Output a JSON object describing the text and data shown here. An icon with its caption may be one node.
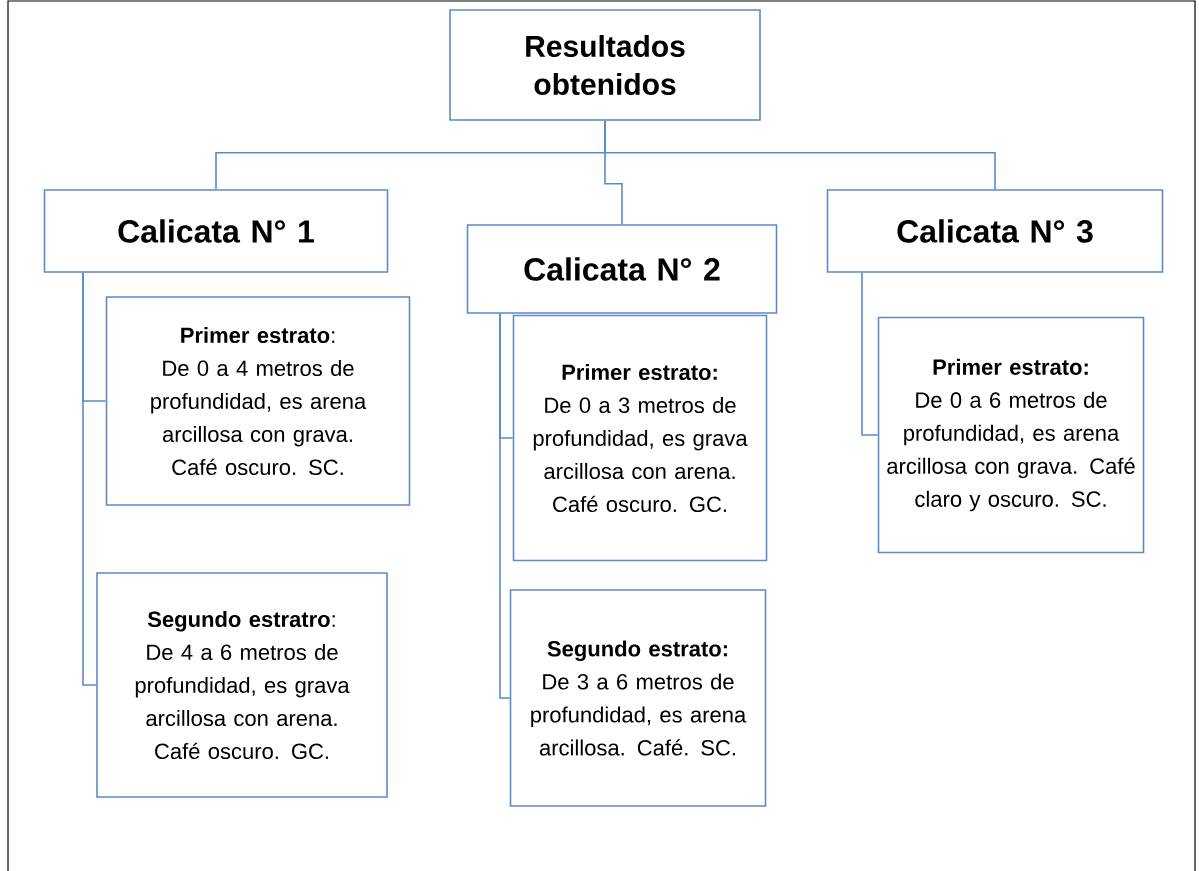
{
  "diagram": {
    "nodes": [
      {
        "text": [
          "Resultados obtenidos"
        ]
      },
      {
        "text": [
          "Calicata N° 1"
        ]
      },
      {
        "text": [
          "Calicata N° 2"
        ]
      },
      {
        "text": [
          "Calicata N° 3"
        ]
      },
      {
        "text": [
          "**Primer estrato**:",
          "De 0 a 4 metros de profundidad, es arena arcillosa con grava. Café oscuro. SC."
        ]
      },
      {
        "text": [
          "**Segundo estratro**:",
          "De 4 a 6 metros de profundidad, es grava arcillosa con arena. Café oscuro. GC."
        ]
      },
      {
        "text": [
          "Primer estrato:",
          "De 0 a 3 metros de profundidad, es grava arcillosa con arena. Café oscuro. GC."
        ]
      },
      {
        "text": [
          "Segundo estrato:",
          "De 3 a 6 metros de profundidad, es arena arcillosa. Café. SC."
        ]
      },
      {
        "text": [
          "Primer estrato:",
          "De 0 a 6 metros de profundidad, es arena arcillosa con grava. Café claro y oscuro. SC."
        ]
      }
    ],
    "edges": [
      {
        "from": 0,
        "to": 1,
        "arrow": "none"
      },
      {
        "from": 0,
        "to": 2,
        "arrow": "none"
      },
      {
        "from": 0,
        "to": 3,
        "arrow": "none"
      },
      {
        "from": 1,
        "to": 4,
        "arrow": "none"
      },
      {
        "from": 1,
        "to": 5,
        "arrow": "none"
      },
      {
        "from": 2,
        "to": 6,
        "arrow": "none"
      },
      {
        "from": 2,
        "to": 7,
        "arrow": "none"
      },
      {
        "from": 3,
        "to": 8,
        "arrow": "none"
      }
    ]
  }
}
